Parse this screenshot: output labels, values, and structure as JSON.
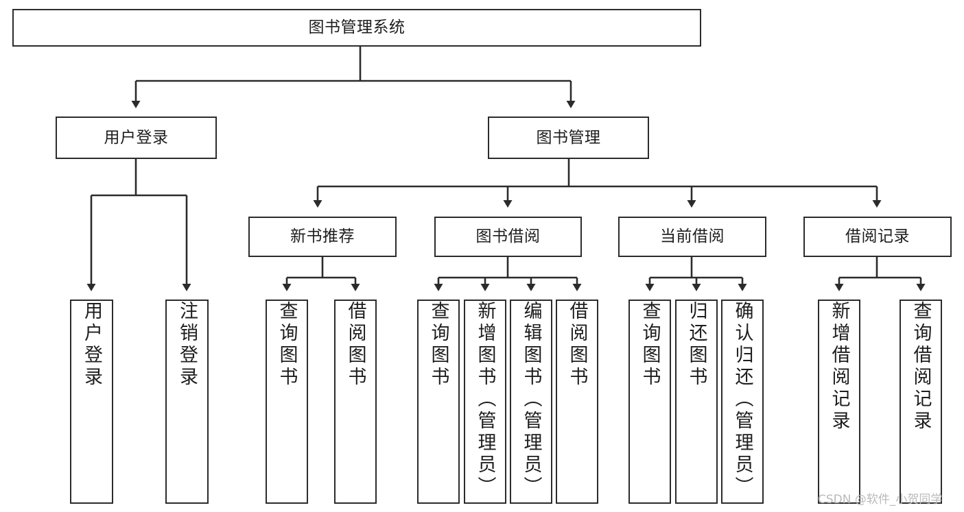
{
  "diagram": {
    "title": "图书管理系统",
    "type": "tree",
    "orientation": "top-down",
    "colors": {
      "node_border": "#2b2b2b",
      "node_fill": "#ffffff",
      "edge": "#2b2b2b",
      "text": "#1d1d1d",
      "watermark": "#b9b9b9",
      "background": "#ffffff"
    },
    "nodes": {
      "root": {
        "label": "图书管理系统"
      },
      "level2": [
        {
          "id": "user-login",
          "label": "用户登录"
        },
        {
          "id": "book-management",
          "label": "图书管理"
        }
      ],
      "level3": [
        {
          "id": "new-book-recommend",
          "label": "新书推荐"
        },
        {
          "id": "book-borrow",
          "label": "图书借阅"
        },
        {
          "id": "current-borrow",
          "label": "当前借阅"
        },
        {
          "id": "borrow-record",
          "label": "借阅记录"
        }
      ],
      "leaves": {
        "user-login": [
          {
            "id": "leaf-user-login",
            "label": "用户登录"
          },
          {
            "id": "leaf-logout",
            "label": "注销登录"
          }
        ],
        "new-book-recommend": [
          {
            "id": "leaf-query-book-1",
            "label": "查询图书"
          },
          {
            "id": "leaf-borrow-book-1",
            "label": "借阅图书"
          }
        ],
        "book-borrow": [
          {
            "id": "leaf-query-book-2",
            "label": "查询图书"
          },
          {
            "id": "leaf-add-book",
            "label": "新增图书（管理员）"
          },
          {
            "id": "leaf-edit-book",
            "label": "编辑图书（管理员）"
          },
          {
            "id": "leaf-borrow-book-2",
            "label": "借阅图书"
          }
        ],
        "current-borrow": [
          {
            "id": "leaf-query-book-3",
            "label": "查询图书"
          },
          {
            "id": "leaf-return-book",
            "label": "归还图书"
          },
          {
            "id": "leaf-confirm-return",
            "label": "确认归还（管理员）"
          }
        ],
        "borrow-record": [
          {
            "id": "leaf-add-record",
            "label": "新增借阅记录"
          },
          {
            "id": "leaf-query-record",
            "label": "查询借阅记录"
          }
        ]
      }
    }
  },
  "watermark": {
    "text": "CSDN @软件_小贺同学"
  }
}
